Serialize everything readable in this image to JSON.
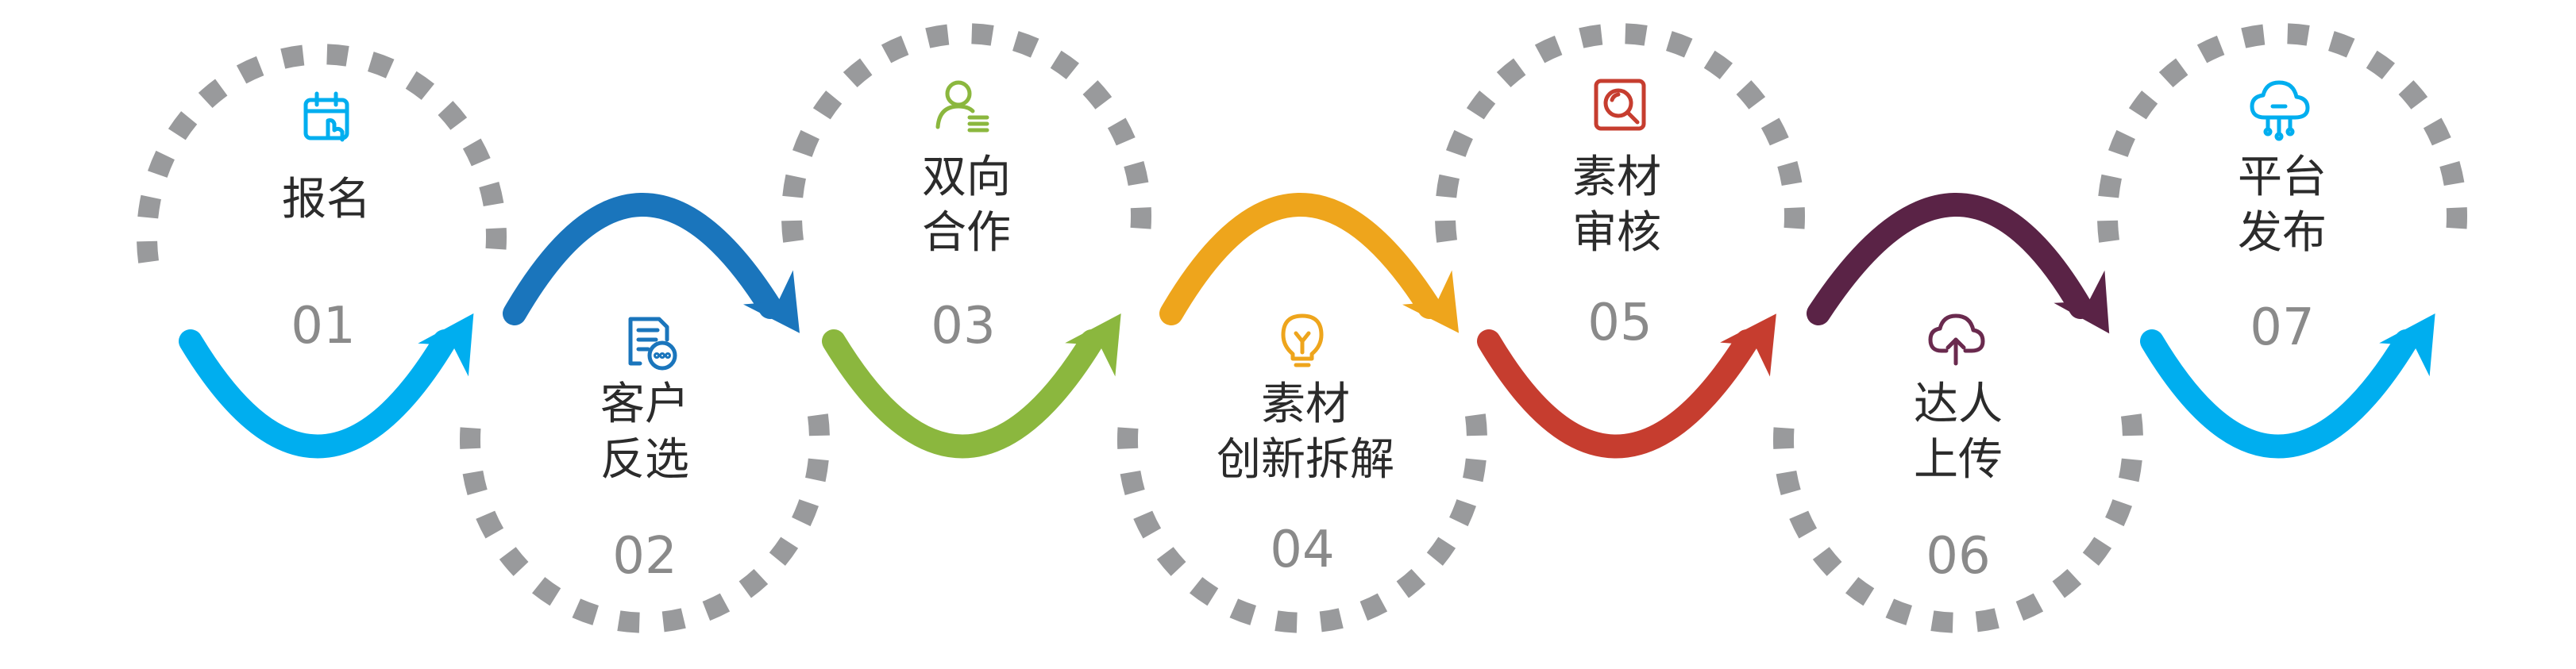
{
  "colors": {
    "dash": "#999a9c",
    "text": "#2b2b2b",
    "number": "#8a8a8a"
  },
  "steps": [
    {
      "number": "01",
      "lines": [
        "报名"
      ],
      "icon": "calendar-click-icon",
      "icon_color": "#00aeef",
      "arrow_color": "#00aeef"
    },
    {
      "number": "02",
      "lines": [
        "客户",
        "反选"
      ],
      "icon": "document-chat-icon",
      "icon_color": "#1a75bc",
      "arrow_color": "#1a75bc"
    },
    {
      "number": "03",
      "lines": [
        "双向",
        "合作"
      ],
      "icon": "user-list-icon",
      "icon_color": "#8bb73e",
      "arrow_color": "#8bb73e"
    },
    {
      "number": "04",
      "lines": [
        "素材",
        "创新拆解"
      ],
      "icon": "lightbulb-icon",
      "icon_color": "#eea51c",
      "arrow_color": "#eea51c"
    },
    {
      "number": "05",
      "lines": [
        "素材",
        "审核"
      ],
      "icon": "magnifier-review-icon",
      "icon_color": "#c63d2f",
      "arrow_color": "#c63d2f"
    },
    {
      "number": "06",
      "lines": [
        "达人",
        "上传"
      ],
      "icon": "cloud-upload-icon",
      "icon_color": "#6a2a4e",
      "arrow_color": "#5a2346"
    },
    {
      "number": "07",
      "lines": [
        "平台",
        "发布"
      ],
      "icon": "cloud-network-icon",
      "icon_color": "#00aeef",
      "arrow_color": "#00aeef"
    }
  ]
}
